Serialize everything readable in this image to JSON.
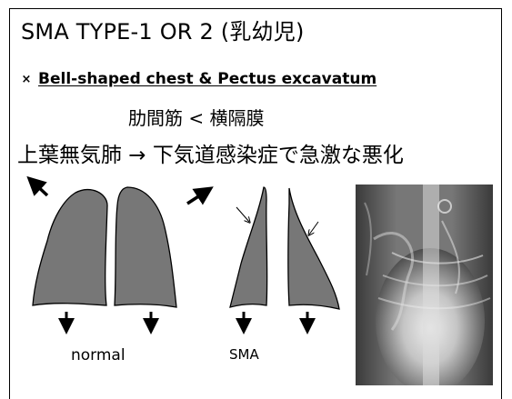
{
  "slide": {
    "title": "SMA TYPE-1  OR  2 (乳幼児)",
    "bullet_icon": "×",
    "bullet_text": "Bell-shaped chest  &  Pectus excavatum",
    "line2": "肋間筋 < 横隔膜",
    "line3": "上葉無気肺 → 下気道感染症で急激な悪化",
    "label_normal": "normal",
    "label_sma": "SMA"
  },
  "colors": {
    "lung_fill": "#777777",
    "xray_dark": "#3a3a3a",
    "xray_light": "#f2f2f2"
  },
  "icons": [
    "arrow-up-left-icon",
    "arrow-up-right-icon",
    "arrow-down-icon",
    "thin-arrow-icon"
  ]
}
